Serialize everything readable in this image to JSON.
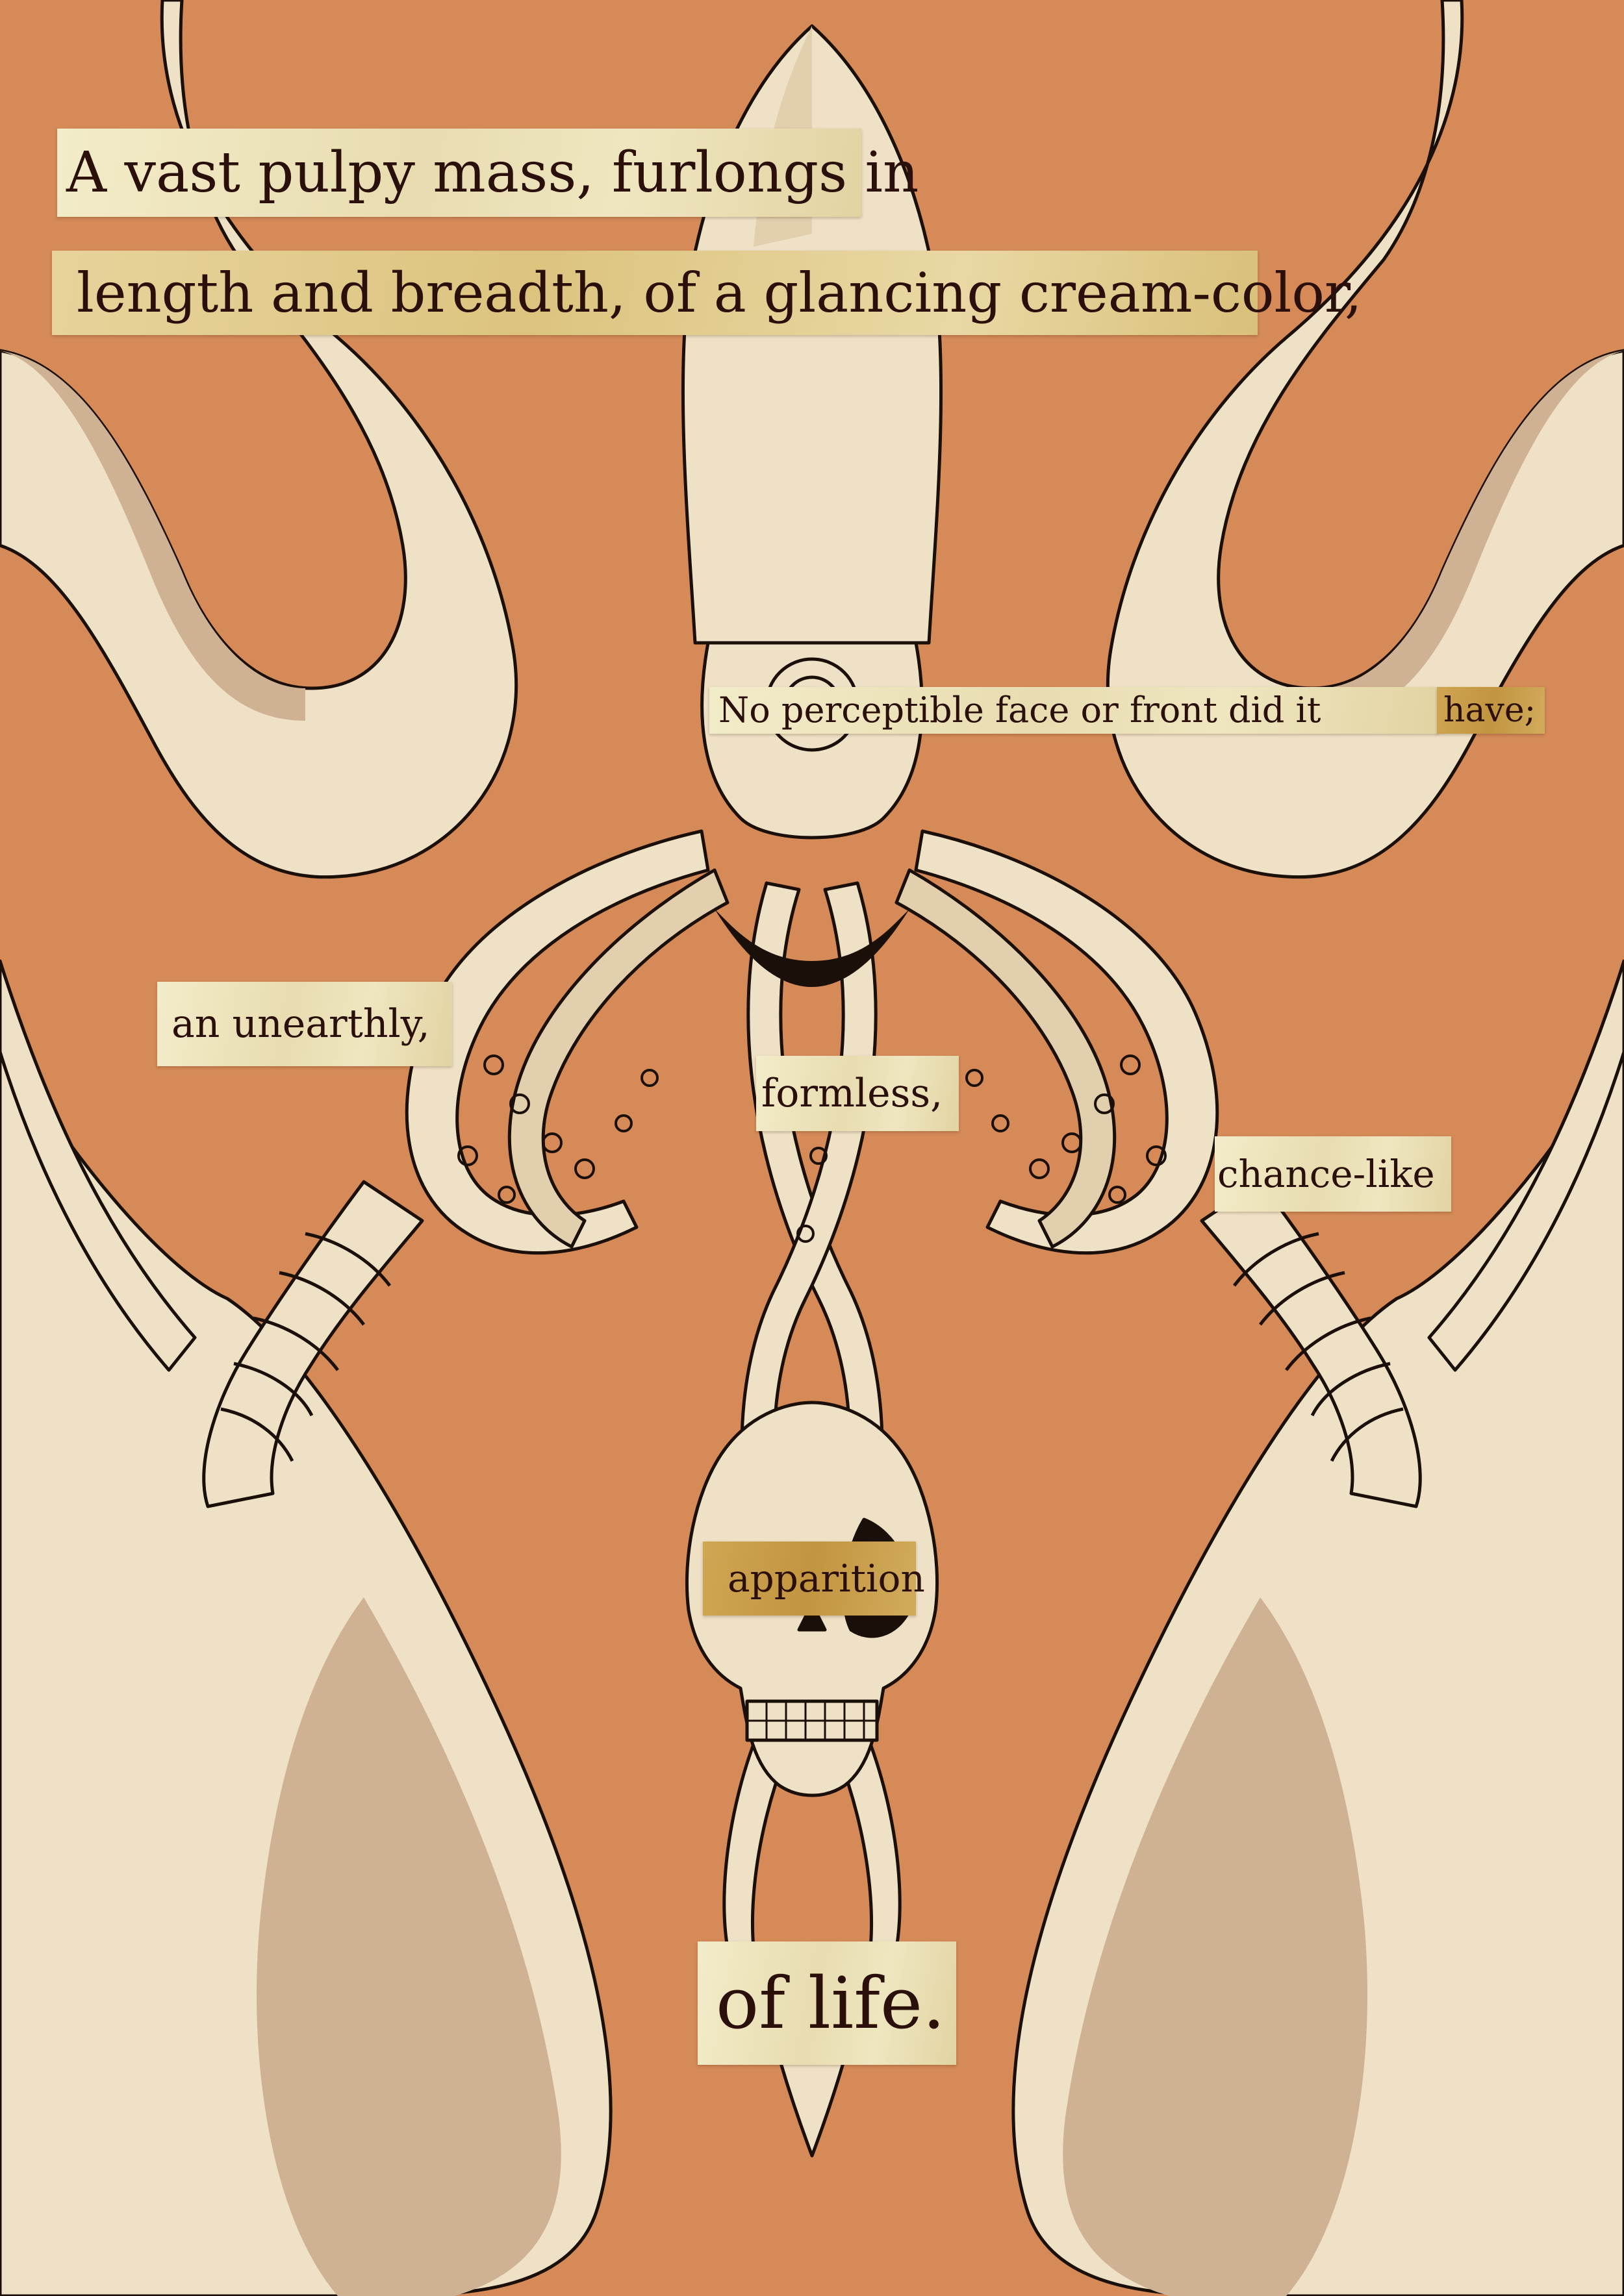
{
  "colors": {
    "background": "#d58a57",
    "creature_fill": "#efe1c5",
    "creature_shadow": "#cfb293",
    "outline": "#1b0f0a",
    "text_ink": "#2a0f0a"
  },
  "poem": {
    "line1": "A vast pulpy mass, furlongs in",
    "line2": "length and breadth, of a glancing cream-color,",
    "line3": "No perceptible face or front did it",
    "line3_end": "have;",
    "line4": "an unearthly,",
    "line5": "formless,",
    "line6": "chance-like",
    "line7": "apparition",
    "line8": "of life."
  }
}
